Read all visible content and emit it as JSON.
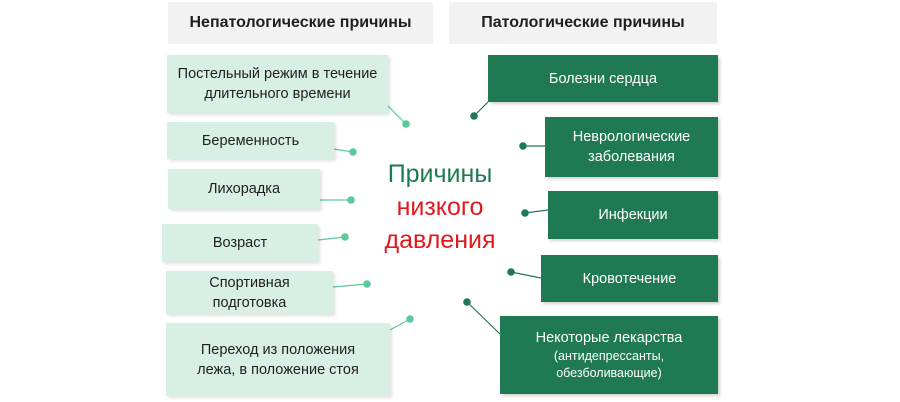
{
  "headers": {
    "left": "Непатологические причины",
    "right": "Патологические причины"
  },
  "center": {
    "line1": "Причины",
    "line2": "низкого",
    "line3": "давления"
  },
  "left_items": [
    {
      "line1": "Постельный режим в течение",
      "line2": "длительного времени"
    },
    {
      "label": "Беременность"
    },
    {
      "label": "Лихорадка"
    },
    {
      "label": "Возраст"
    },
    {
      "line1": "Спортивная",
      "line2": "подготовка"
    },
    {
      "line1": "Переход из положения",
      "line2": "лежа, в положение стоя"
    }
  ],
  "right_items": [
    {
      "label": "Болезни сердца"
    },
    {
      "line1": "Неврологические",
      "line2": "заболевания"
    },
    {
      "label": "Инфекции"
    },
    {
      "label": "Кровотечение"
    },
    {
      "line1": "Некоторые лекарства",
      "line2": "(антидепрессанты,",
      "line3": "обезболивающие)"
    }
  ],
  "colors": {
    "light_box": "#d8efe4",
    "dark_box": "#1f7a53",
    "connector": "#1f7a53",
    "connector_light": "#5cc99a",
    "center_green": "#1f7a53",
    "center_red": "#e0191f"
  }
}
